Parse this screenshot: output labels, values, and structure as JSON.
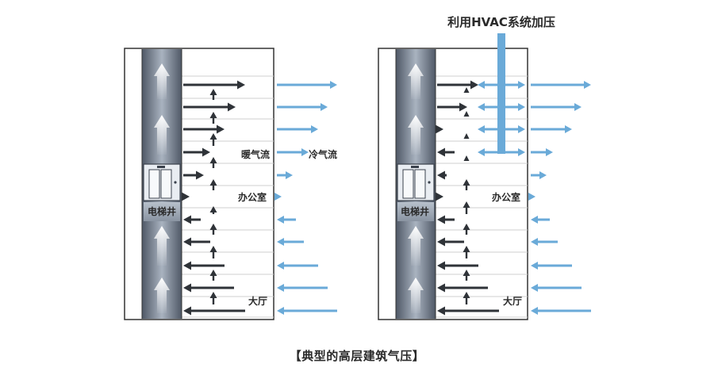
{
  "title": "利用HVAC系统加压",
  "caption": "【典型的高层建筑气压】",
  "diagrams": [
    {
      "shaft_label": "电梯井",
      "warm_label": "暖气流",
      "cold_label": "冷气流",
      "office_label": "办公室",
      "lobby_label": "大厅"
    },
    {
      "shaft_label": "电梯井",
      "office_label": "办公室",
      "lobby_label": "大厅"
    }
  ],
  "colors": {
    "warm_arrow": "#2f3338",
    "cold_arrow": "#6aaad8",
    "shaft_dark": "#5a6270",
    "shaft_light": "#dfe4ea",
    "outline": "#333333"
  }
}
